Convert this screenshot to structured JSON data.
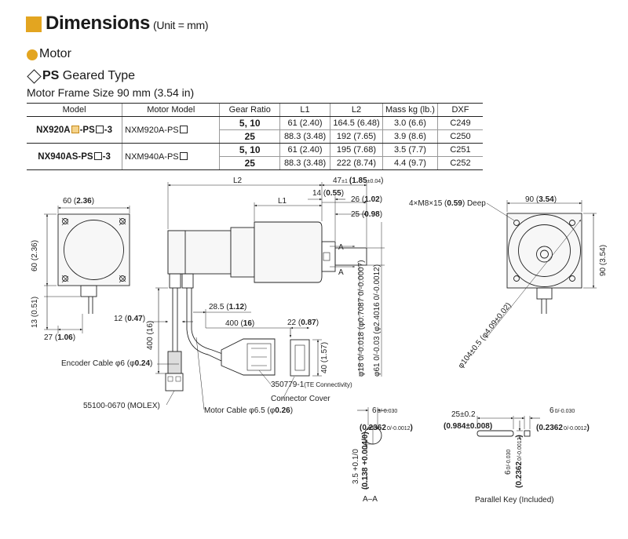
{
  "header": {
    "title": "Dimensions",
    "unit": "(Unit = mm)"
  },
  "section": {
    "label": "Motor"
  },
  "type_line": {
    "prefix": "PS",
    "text": " Geared Type"
  },
  "frame_size": "Motor Frame Size 90 mm (3.54 in)",
  "table": {
    "headers": [
      "Model",
      "Motor Model",
      "Gear Ratio",
      "L1",
      "L2",
      "Mass kg (lb.)",
      "DXF"
    ],
    "rows": [
      {
        "model": "NX920A□-PS□-3",
        "motor": "NXM920A-PS□",
        "ratio": "5, 10",
        "l1": "61 (2.40)",
        "l2": "164.5 (6.48)",
        "mass": "3.0 (6.6)",
        "dxf": "C249"
      },
      {
        "ratio": "25",
        "l1": "88.3 (3.48)",
        "l2": "192 (7.65)",
        "mass": "3.9 (8.6)",
        "dxf": "C250"
      },
      {
        "model": "NX940AS-PS□-3",
        "motor": "NXM940A-PS□",
        "ratio": "5, 10",
        "l1": "61 (2.40)",
        "l2": "195 (7.68)",
        "mass": "3.5 (7.7)",
        "dxf": "C251"
      },
      {
        "ratio": "25",
        "l1": "88.3 (3.48)",
        "l2": "222 (8.74)",
        "mass": "4.4 (9.7)",
        "dxf": "C252"
      }
    ]
  },
  "dims": {
    "w60": "60 (",
    "w60b": "2.36",
    "w60c": ")",
    "h60": "60 (2.36)",
    "d13": "13 (0.51)",
    "d27": "27 (",
    "d27b": "1.06",
    "d27c": ")",
    "L2": "L2",
    "L1": "L1",
    "d47": "47",
    "d47tol": "±1",
    "d47b": "(1.85",
    "d47btol": "±0.04",
    "d47c": ")",
    "d14": "14 (",
    "d14b": "0.55",
    "d14c": ")",
    "d26": "26 (",
    "d26b": "1.02",
    "d26c": ")",
    "d25": "25 (",
    "d25b": "0.98",
    "d25c": ")",
    "d12": "12 (",
    "d12b": "0.47",
    "d12c": ")",
    "d28": "28.5 (",
    "d28b": "1.12",
    "d28c": ")",
    "d400h": "400 (",
    "d400hb": "16",
    "d400hc": ")",
    "d400v": "400 (16)",
    "d22": "22 (",
    "d22b": "0.87",
    "d22c": ")",
    "d40": "40 (1.57)",
    "phi18": "φ18 0/-0.018 (φ0.7087 0/-0.0007)",
    "phi61": "φ61 0/-0.03 (φ2.4016 0/-0.0012)",
    "thread": "4×M8×15 (",
    "threadb": "0.59",
    "threadc": ") Deep",
    "d90w": "90 (",
    "d90wb": "3.54",
    "d90wc": ")",
    "d90h": "90 (3.54)",
    "phi104": "φ104±0.5 (φ4.09±0.02)",
    "section_a": "A",
    "aa_label": "A–A",
    "key_label": "Parallel Key (Included)",
    "k6": "6",
    "k6tol": "0/-0.030",
    "k2362": "0.2362",
    "k2362tol": "0/-0.0012",
    "k25": "25±0.2",
    "k984": "(0.984±0.008)",
    "k35": "3.5 +0.1/0",
    "k138": "(0.138 +0.004/0)"
  },
  "callouts": {
    "encoder_cable": "Encoder Cable φ6 (φ",
    "encoder_cable_b": "0.24",
    "encoder_cable_c": ")",
    "molex": "55100-0670 (MOLEX)",
    "te_part": "350779-1",
    "te_sub": "(TE Connectivity)",
    "connector_cover": "Connector Cover",
    "motor_cable": "Motor Cable φ6.5 (φ",
    "motor_cable_b": "0.26",
    "motor_cable_c": ")"
  },
  "colors": {
    "accent": "#e3a520"
  }
}
